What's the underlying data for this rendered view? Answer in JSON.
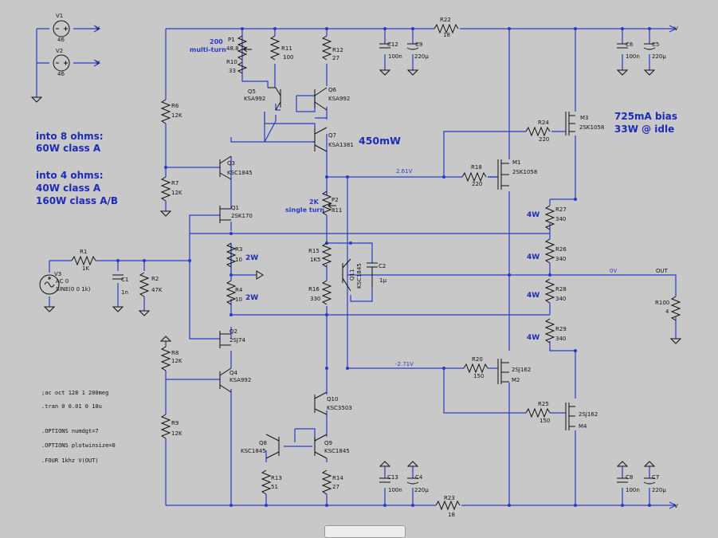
{
  "schematic": {
    "rails": {
      "pos_label": "V",
      "neg_label": "V",
      "vneg_mid": "-2.71V",
      "vpos_mid": "2.61V",
      "out_label": "OUT",
      "zero_label": "0V"
    },
    "sources": [
      {
        "name": "V1",
        "value": "46",
        "arrow_label": "V"
      },
      {
        "name": "V2",
        "value": "46",
        "arrow_label": "V"
      },
      {
        "name": "V3",
        "line1": "AC 0",
        "line2": "SINE(0 0 1k)"
      }
    ],
    "resistors": [
      {
        "id": "R22",
        "value": "18"
      },
      {
        "id": "R23",
        "value": "18"
      },
      {
        "id": "P1",
        "value": "200 multi-turn"
      },
      {
        "id": "R11",
        "value": "100"
      },
      {
        "id": "R12",
        "value": "27"
      },
      {
        "id": "R10",
        "value": "33"
      },
      {
        "id": "R6",
        "value": "12K"
      },
      {
        "id": "R7",
        "value": "12K"
      },
      {
        "id": "R1",
        "value": "1K"
      },
      {
        "id": "R2",
        "value": "47K"
      },
      {
        "id": "R3",
        "value": "10"
      },
      {
        "id": "R4",
        "value": "10"
      },
      {
        "id": "R8",
        "value": "12K"
      },
      {
        "id": "R9",
        "value": "12K"
      },
      {
        "id": "R15",
        "value": "1K5"
      },
      {
        "id": "R16",
        "value": "330"
      },
      {
        "id": "P2",
        "value": "811"
      },
      {
        "id": "R13",
        "value": "51"
      },
      {
        "id": "R14",
        "value": "27"
      },
      {
        "id": "R24",
        "value": "220"
      },
      {
        "id": "R18",
        "value": "220"
      },
      {
        "id": "R20",
        "value": "150"
      },
      {
        "id": "R25",
        "value": "150"
      },
      {
        "id": "R26",
        "value": "340"
      },
      {
        "id": "R27",
        "value": "340"
      },
      {
        "id": "R28",
        "value": "340"
      },
      {
        "id": "R29",
        "value": "340"
      },
      {
        "id": "R100",
        "value": "4"
      }
    ],
    "p1_extra": {
      "top": "200",
      "sub": "multi-turn",
      "pos": "48.8"
    },
    "p2_extra": {
      "top": "2K",
      "sub": "single turn"
    },
    "capacitors": [
      {
        "id": "C12",
        "value": "100n"
      },
      {
        "id": "C9",
        "value": "220µ"
      },
      {
        "id": "C6",
        "value": "100n"
      },
      {
        "id": "C5",
        "value": "220µ"
      },
      {
        "id": "C1",
        "value": "1n"
      },
      {
        "id": "C2",
        "value": "1µ"
      },
      {
        "id": "C13",
        "value": "100n"
      },
      {
        "id": "C4",
        "value": "220µ"
      },
      {
        "id": "C8",
        "value": "100n"
      },
      {
        "id": "C7",
        "value": "220µ"
      }
    ],
    "transistors": [
      {
        "id": "Q5",
        "part": "KSA992"
      },
      {
        "id": "Q6",
        "part": "KSA992"
      },
      {
        "id": "Q7",
        "part": "KSA1381"
      },
      {
        "id": "Q3",
        "part": "KSC1845"
      },
      {
        "id": "Q1",
        "part": "2SK170"
      },
      {
        "id": "Q2",
        "part": "2SJ74"
      },
      {
        "id": "Q4",
        "part": "KSA992"
      },
      {
        "id": "Q11",
        "part": "KSC1845"
      },
      {
        "id": "Q10",
        "part": "KSC3503"
      },
      {
        "id": "Q8",
        "part": "KSC1845"
      },
      {
        "id": "Q9",
        "part": "KSC1845"
      },
      {
        "id": "M3",
        "part": "2SK1058"
      },
      {
        "id": "M1",
        "part": "2SK1058"
      },
      {
        "id": "M2",
        "part": "2SJ162"
      },
      {
        "id": "M4",
        "part": "2SJ162"
      }
    ],
    "power_labels": {
      "w450": "450mW",
      "w2a": "2W",
      "w2b": "2W",
      "w4a": "4W",
      "w4b": "4W",
      "w4c": "4W",
      "w4d": "4W"
    },
    "notes": {
      "into8_title": "into 8 ohms:",
      "into8_l1": "60W class A",
      "into4_title": "into 4 ohms:",
      "into4_l1": "40W class A",
      "into4_l2": "160W class A/B",
      "bias1": "725mA bias",
      "bias2": "33W @ idle"
    },
    "directives": [
      ";ac oct 128 1 200meg",
      ".tran 0 0.01 0 10u",
      ".OPTIONS numdgt=7",
      ".OPTIONS plotwinsize=0",
      ".FOUR 1khz V(OUT)"
    ]
  },
  "colors": {
    "background": "#c8c8c8",
    "wire": "#2a3bc4",
    "text": "#111111",
    "note": "#1d2bb5"
  }
}
